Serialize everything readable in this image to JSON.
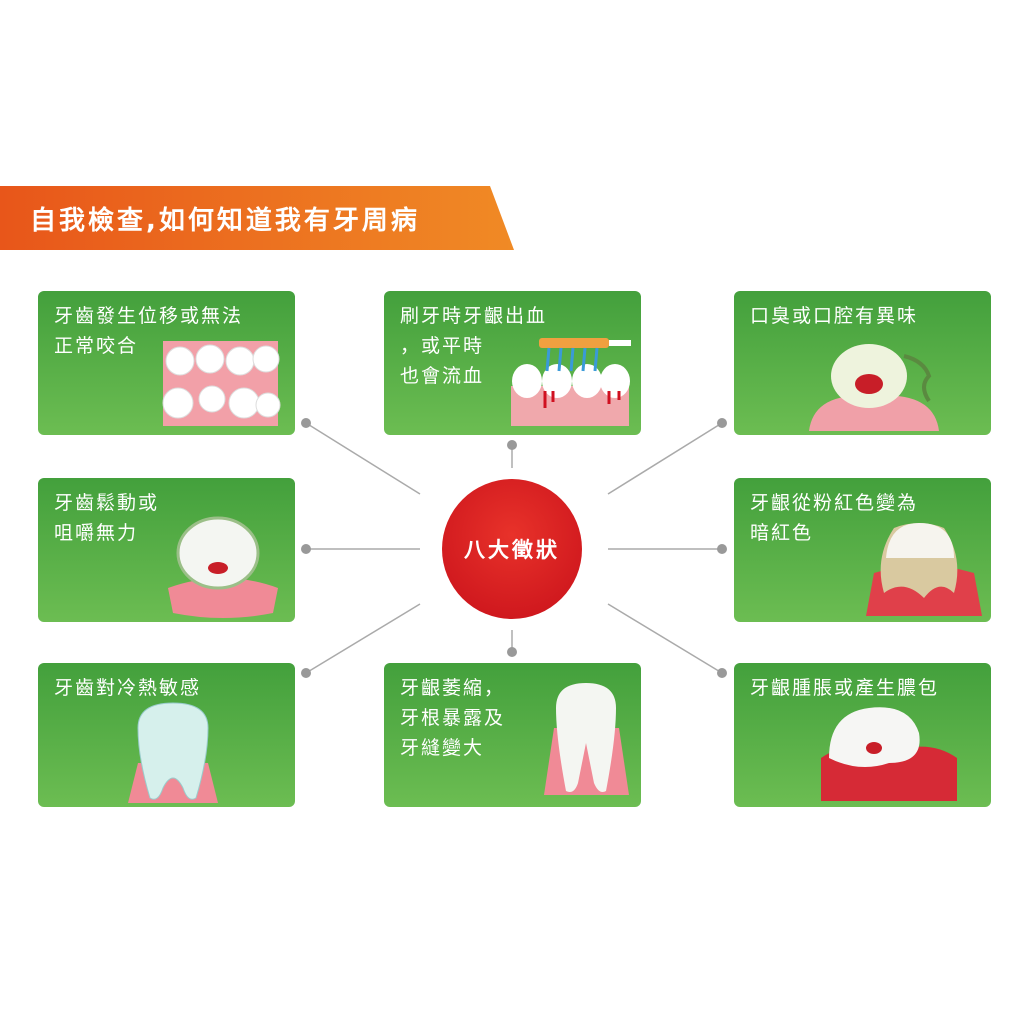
{
  "title": "自我檢查,如何知道我有牙周病",
  "center_label": "八大徵狀",
  "symptoms": [
    {
      "text": "牙齒發生位移或無法\n正常咬合",
      "icon": "misaligned-teeth-icon"
    },
    {
      "text": "刷牙時牙齦出血\n，或平時\n也會流血",
      "icon": "bleeding-gums-icon"
    },
    {
      "text": "口臭或口腔有異味",
      "icon": "bad-breath-icon"
    },
    {
      "text": "牙齒鬆動或\n咀嚼無力",
      "icon": "loose-tooth-icon"
    },
    {
      "text": "牙齦從粉紅色變為\n暗紅色",
      "icon": "dark-gum-icon"
    },
    {
      "text": "牙齒對冷熱敏感",
      "icon": "sensitive-tooth-icon"
    },
    {
      "text": "牙齦萎縮，\n牙根暴露及\n牙縫變大",
      "icon": "receding-gum-icon"
    },
    {
      "text": "牙齦腫脹或產生膿包",
      "icon": "swollen-gum-icon"
    }
  ],
  "colors": {
    "banner": "#e8561a",
    "card": "#4ea845",
    "center": "#d91c22",
    "gum": "#f2a0a8"
  }
}
